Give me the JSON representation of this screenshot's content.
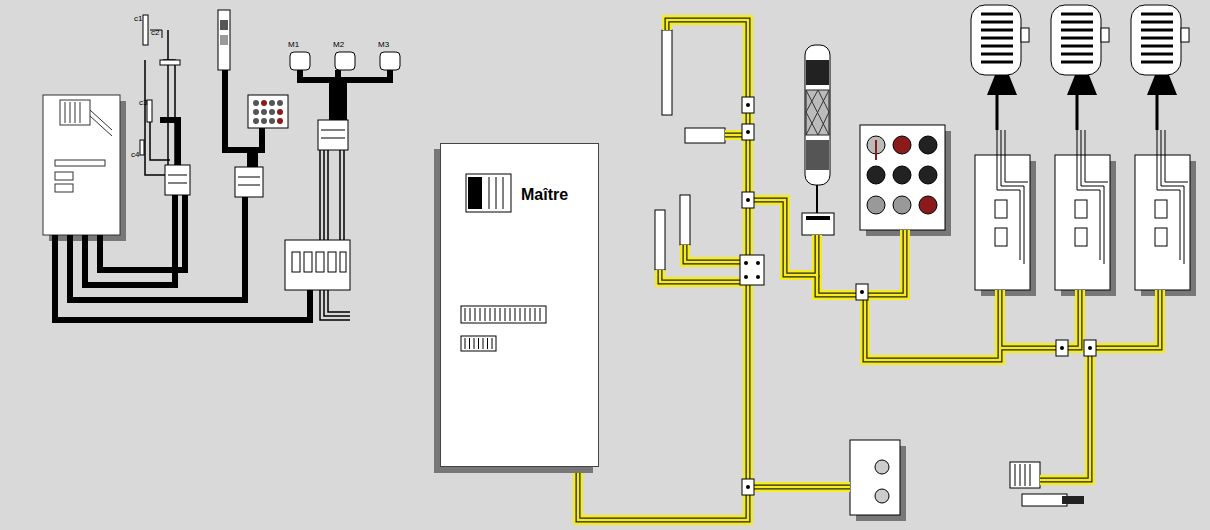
{
  "diagram": {
    "nodes": [
      {
        "text": [
          "Maître"
        ]
      }
    ],
    "labels": [
      "c1",
      "c2",
      "c3",
      "c4",
      "M1",
      "M2",
      "M3"
    ]
  }
}
